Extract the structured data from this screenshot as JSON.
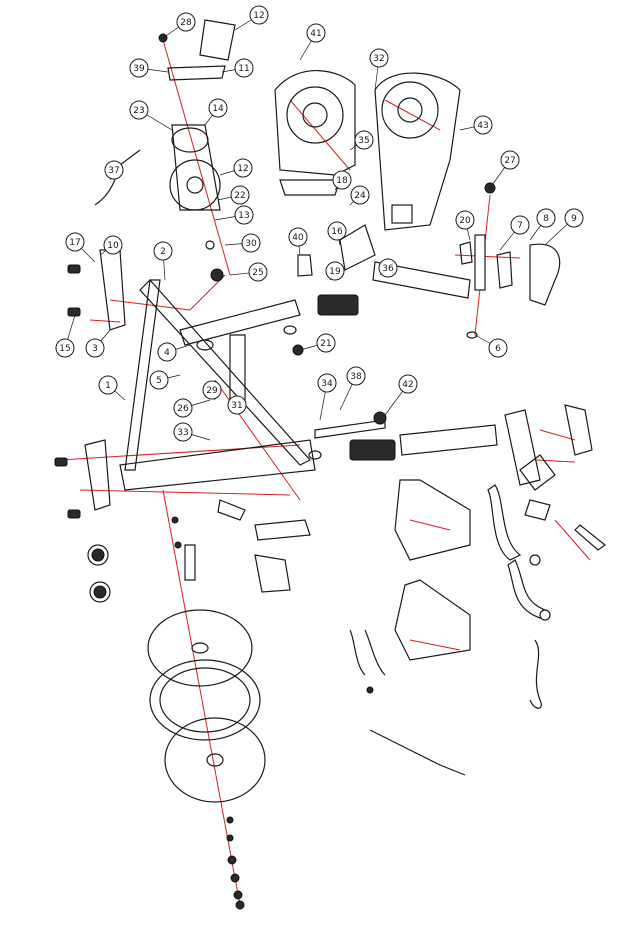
{
  "diagram": {
    "title": "",
    "callouts": [
      {
        "label": "28"
      },
      {
        "label": "12"
      },
      {
        "label": "11"
      },
      {
        "label": "39"
      },
      {
        "label": "14"
      },
      {
        "label": "23"
      },
      {
        "label": "12"
      },
      {
        "label": "22"
      },
      {
        "label": "13"
      },
      {
        "label": "30"
      },
      {
        "label": "25"
      },
      {
        "label": "37"
      },
      {
        "label": "41"
      },
      {
        "label": "32"
      },
      {
        "label": "43"
      },
      {
        "label": "35"
      },
      {
        "label": "18"
      },
      {
        "label": "24"
      },
      {
        "label": "40"
      },
      {
        "label": "16"
      },
      {
        "label": "19"
      },
      {
        "label": "36"
      },
      {
        "label": "27"
      },
      {
        "label": "20"
      },
      {
        "label": "7"
      },
      {
        "label": "8"
      },
      {
        "label": "9"
      },
      {
        "label": "6"
      },
      {
        "label": "21"
      },
      {
        "label": "10"
      },
      {
        "label": "17"
      },
      {
        "label": "3"
      },
      {
        "label": "15"
      },
      {
        "label": "2"
      },
      {
        "label": "1"
      },
      {
        "label": "4"
      },
      {
        "label": "5"
      },
      {
        "label": "26"
      },
      {
        "label": "29"
      },
      {
        "label": "31"
      },
      {
        "label": "33"
      },
      {
        "label": "34"
      },
      {
        "label": "38"
      },
      {
        "label": "42"
      }
    ]
  }
}
